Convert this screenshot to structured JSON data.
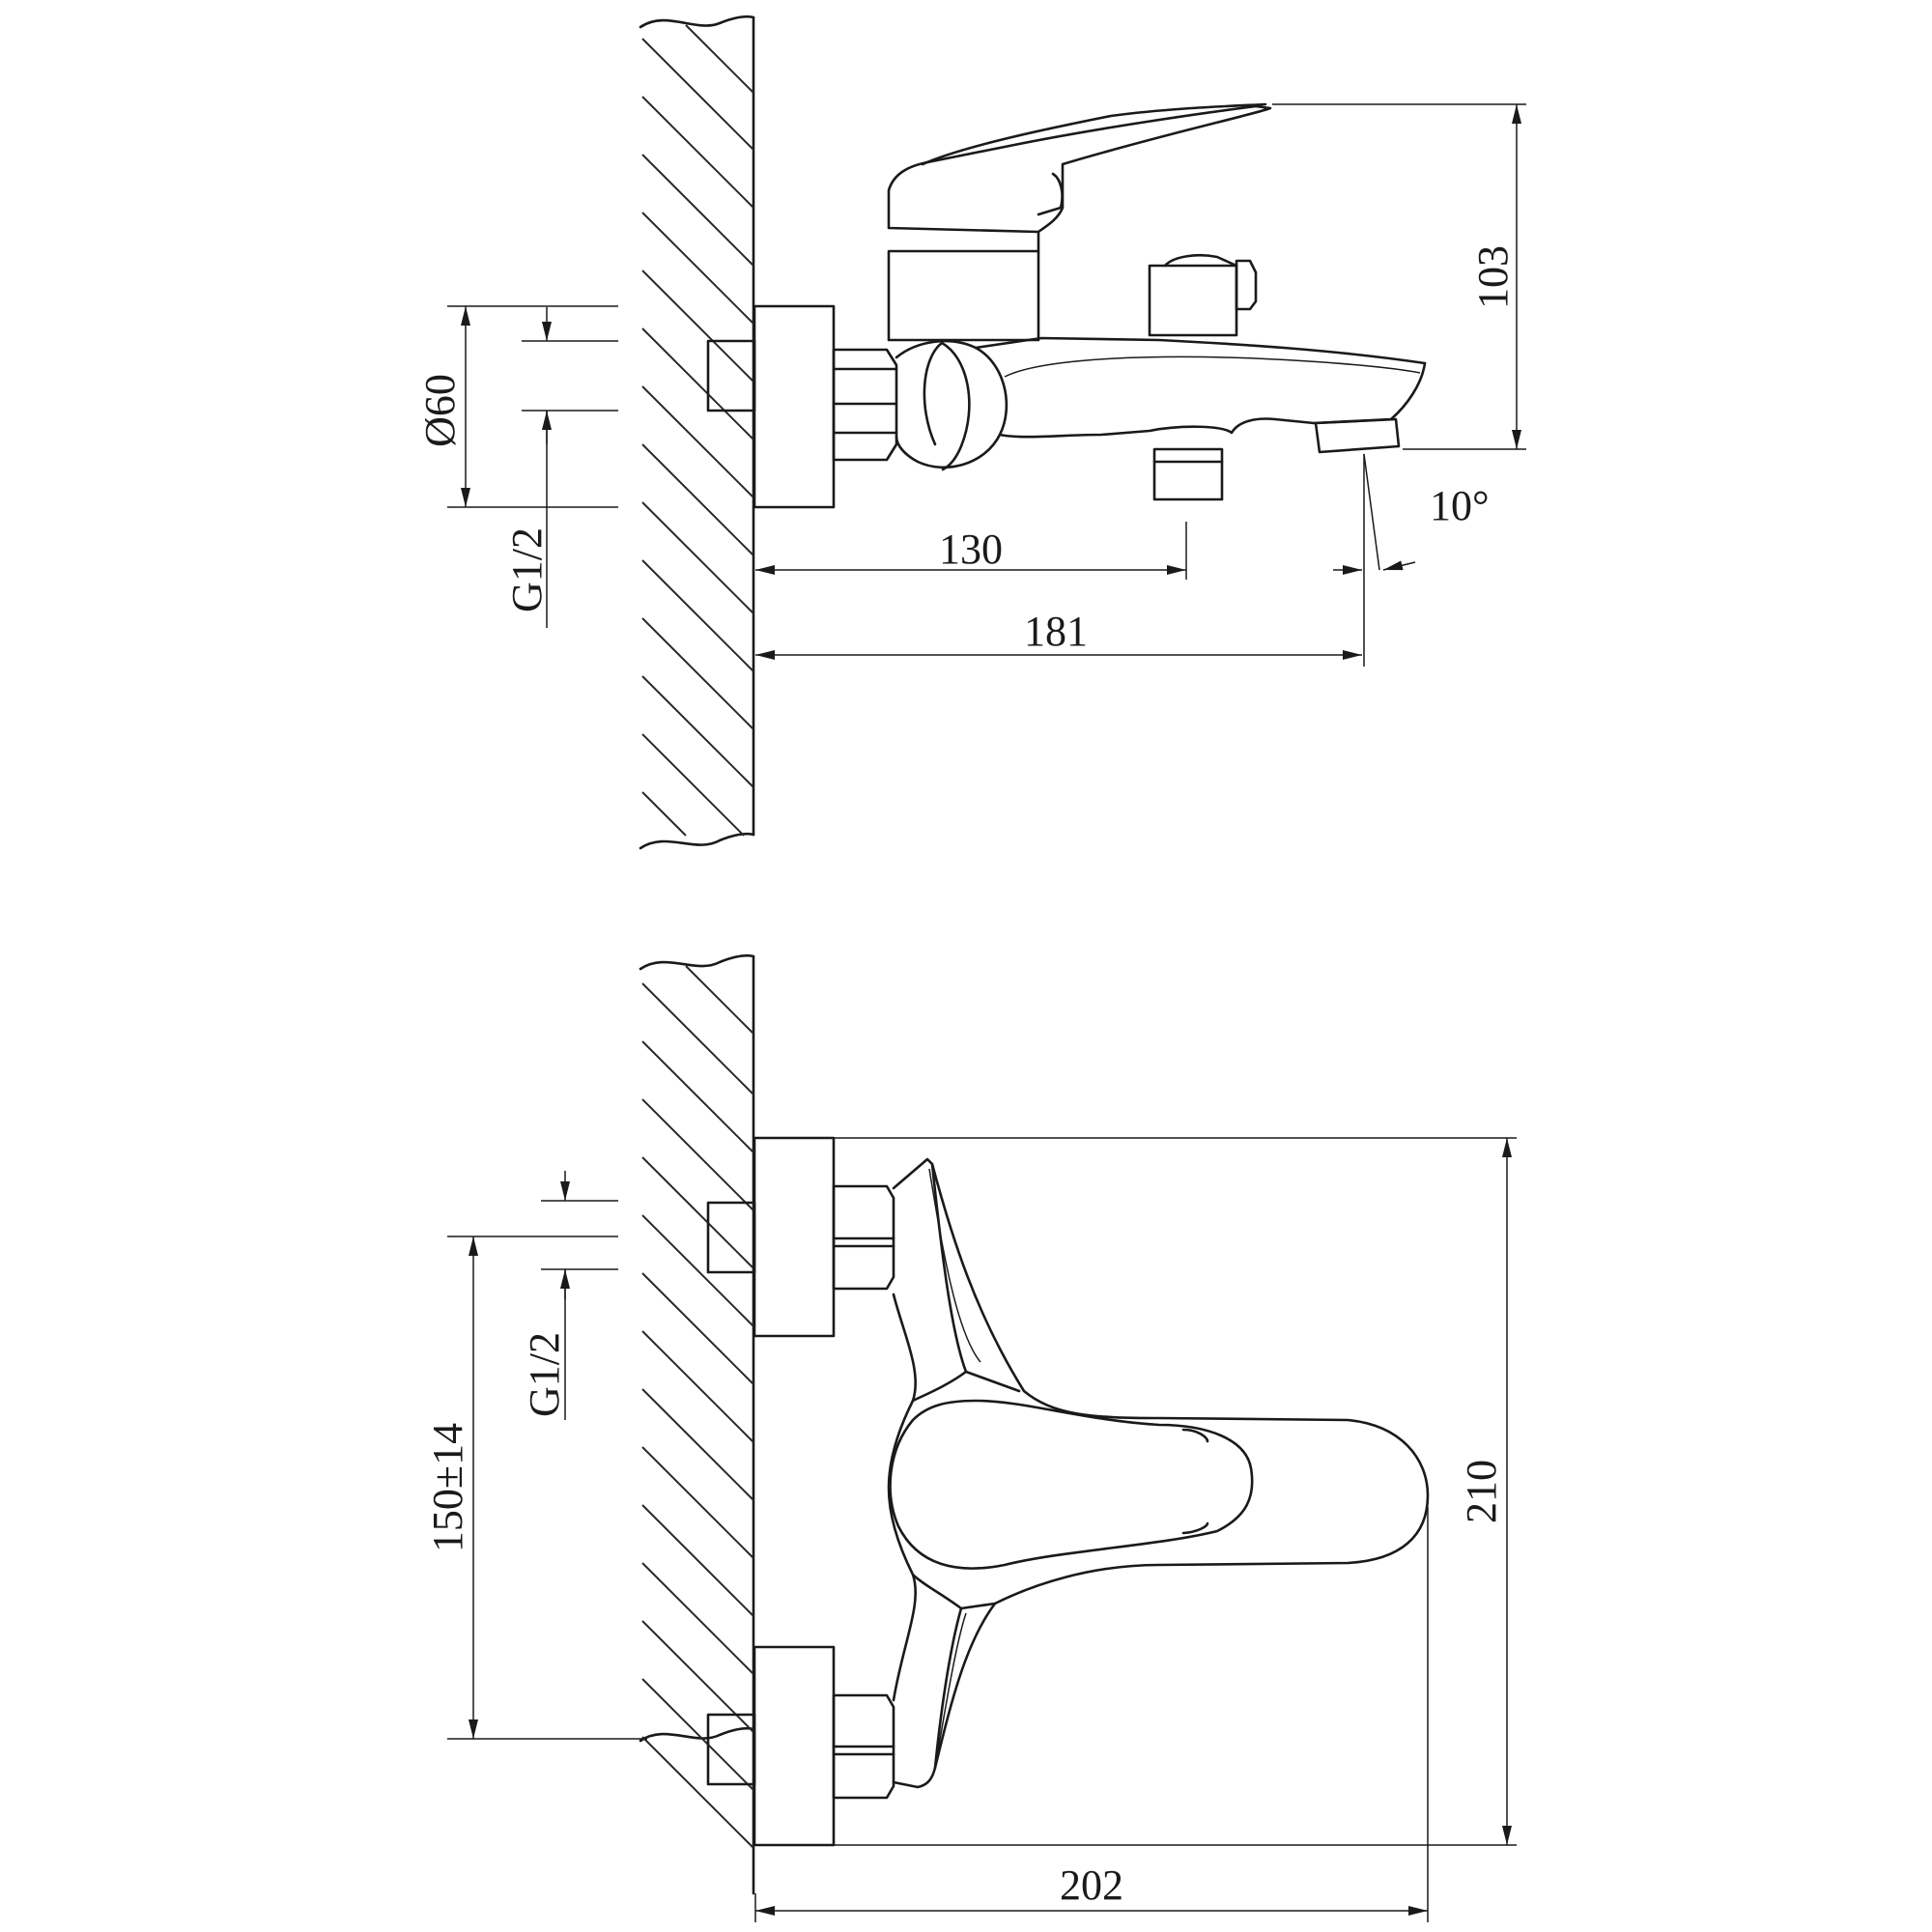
{
  "side_view": {
    "dims": {
      "diameter": "Ø60",
      "thread": "G1/2",
      "height": "103",
      "angle": "10°",
      "outlet_offset": "130",
      "spout_length": "181"
    }
  },
  "front_view": {
    "dims": {
      "thread": "G1/2",
      "centers": "150±14",
      "height": "210",
      "width": "202"
    }
  },
  "colors": {
    "ink": "#1a1a1a",
    "paper": "#ffffff"
  }
}
